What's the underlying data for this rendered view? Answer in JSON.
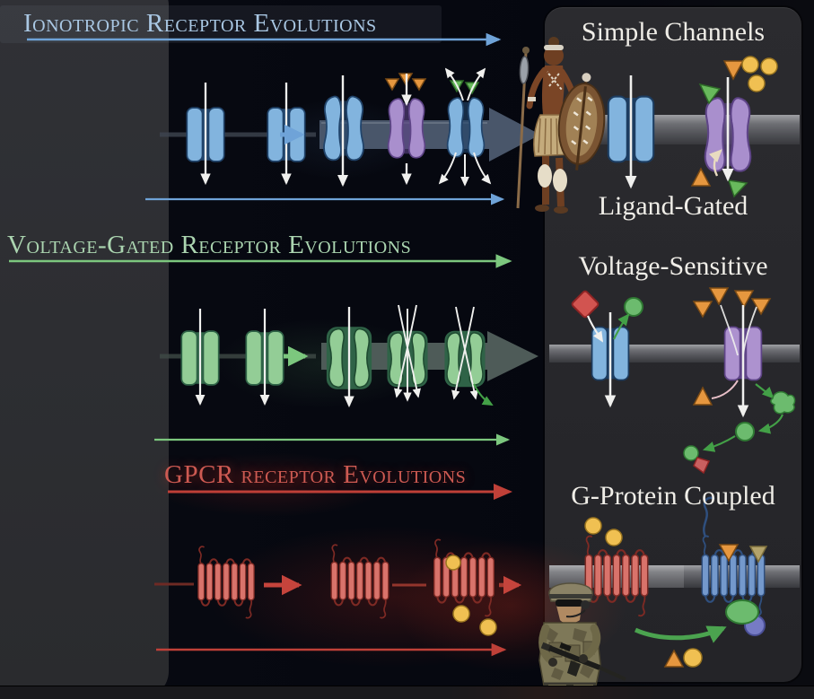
{
  "titles": {
    "row1": "Ionotropic Receptor Evolutions",
    "row2": "Voltage-Gated Receptor Evolutions",
    "row3": "GPCR receptor Evolutions"
  },
  "right_panel": {
    "heading1": "Simple Channels",
    "heading2": "Ligand-Gated",
    "heading3": "Voltage-Sensitive",
    "heading4": "G-Protein Coupled"
  },
  "figures": {
    "top_figure": "zulu-warrior",
    "bottom_figure": "modern-soldier"
  },
  "palette": {
    "title-blue": "#a9c7e3",
    "title-green": "#abd5b0",
    "title-red": "#cd5a52",
    "heading": "#efede7",
    "arrow-blue": "#6fa3d8",
    "arrow-green": "#7cc77e",
    "arrow-red": "#bf4038",
    "band-slate": "#49566a",
    "band-green": "#4e5b58",
    "blue-light": "#82b4de",
    "blue-dark": "#21446b",
    "purple-light": "#a98fcd",
    "purple-dark": "#5e4487",
    "green-light": "#93cd96",
    "green-dark": "#2f6347",
    "red-light": "#d9736b",
    "red-dark": "#7e2a24",
    "royal-light": "#7499cc",
    "royal-dark": "#2f4f7e",
    "yellow": "#f0c052",
    "orange": "#e6973f",
    "lime": "#68b95c",
    "diamond": "#d25450",
    "gp-green": "#6cbb6e",
    "gp-blue": "#767bc5",
    "olive": "#b3a36b",
    "white-arrow": "#f0f0ee"
  }
}
